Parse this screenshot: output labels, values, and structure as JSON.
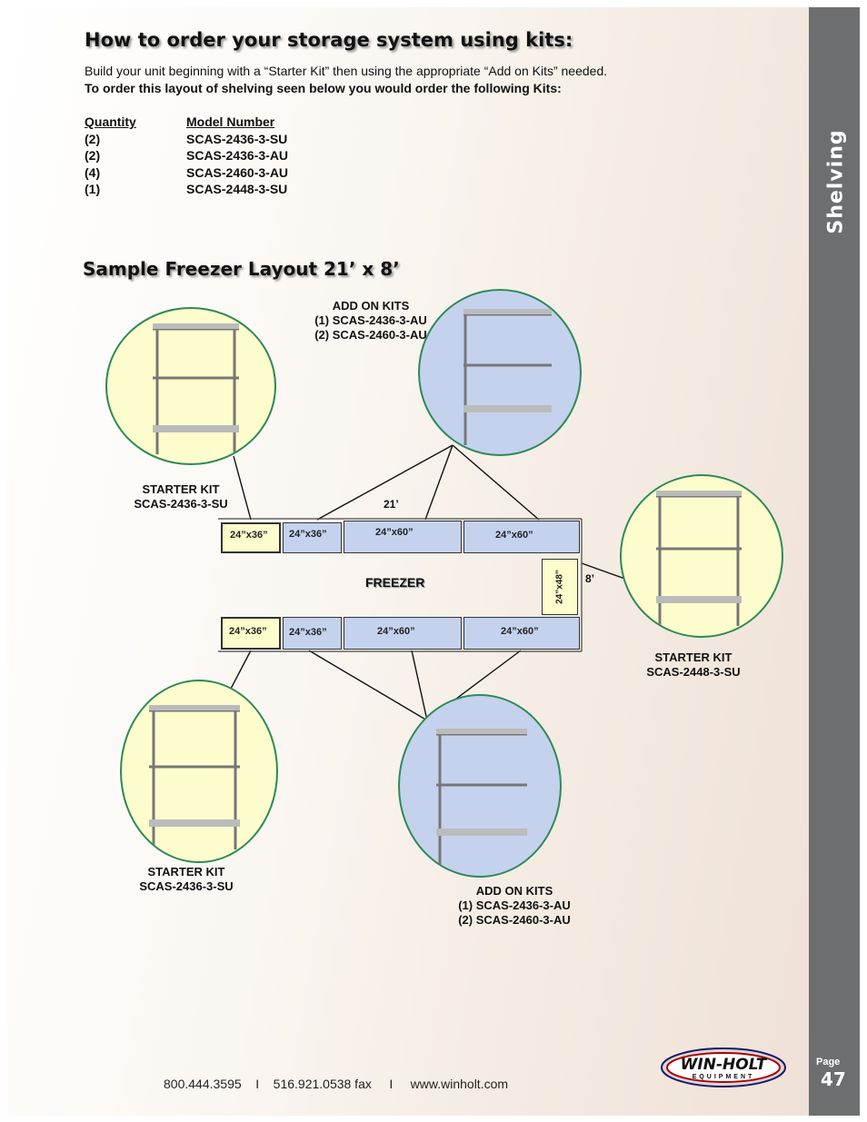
{
  "section_tab": "Shelving",
  "page": {
    "label": "Page",
    "number": "47"
  },
  "heading_order": "How to order your storage system using kits:",
  "intro_line1": "Build your unit beginning with a “Starter Kit” then using the appropriate “Add on Kits” needed.",
  "intro_line2": "To order this layout of shelving seen below you would order the following Kits:",
  "order_table": {
    "headers": {
      "quantity": "Quantity",
      "model": "Model Number"
    },
    "rows": [
      {
        "quantity": "(2)",
        "model": "SCAS-2436-3-SU"
      },
      {
        "quantity": "(2)",
        "model": "SCAS-2436-3-AU"
      },
      {
        "quantity": "(4)",
        "model": "SCAS-2460-3-AU"
      },
      {
        "quantity": "(1)",
        "model": "SCAS-2448-3-SU"
      }
    ]
  },
  "heading_layout": "Sample Freezer Layout 21’ x 8’",
  "captions": {
    "addon_top": {
      "title": "ADD ON KITS",
      "line1": "(1) SCAS-2436-3-AU",
      "line2": "(2) SCAS-2460-3-AU"
    },
    "starter_top_left": {
      "title": "STARTER KIT",
      "line1": "SCAS-2436-3-SU"
    },
    "starter_right": {
      "title": "STARTER KIT",
      "line1": "SCAS-2448-3-SU"
    },
    "starter_bottom_left": {
      "title": "STARTER KIT",
      "line1": "SCAS-2436-3-SU"
    },
    "addon_bottom": {
      "title": "ADD ON KITS",
      "line1": "(1) SCAS-2436-3-AU",
      "line2": "(2) SCAS-2460-3-AU"
    }
  },
  "plan": {
    "width_label": "21’",
    "depth_label": "8’",
    "room_label": "FREEZER",
    "top_row": [
      "24”x36”",
      "24”x36”",
      "24”x60”",
      "24”x60”"
    ],
    "bottom_row": [
      "24”x36”",
      "24”x36”",
      "24”x60”",
      "24”x60”"
    ],
    "side_unit": "24”x48”"
  },
  "footer": {
    "phone": "800.444.3595",
    "fax": "516.921.0538 fax",
    "separator": "I",
    "website": "www.winholt.com"
  },
  "logo": {
    "brand": "WIN-HOLT",
    "sub": "EQUIPMENT"
  }
}
